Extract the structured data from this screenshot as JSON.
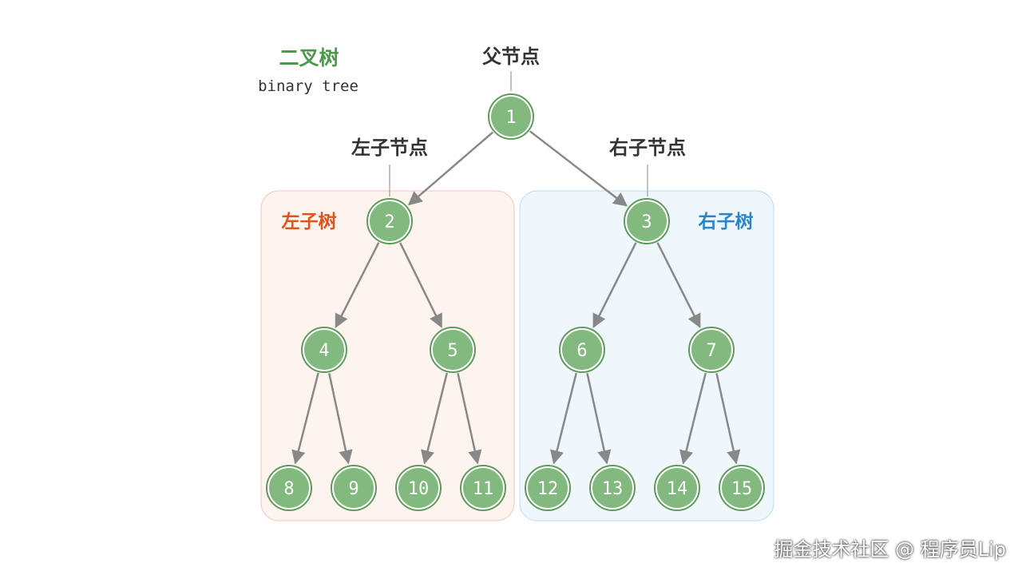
{
  "title": {
    "zh": "二叉树",
    "en": "binary tree"
  },
  "callouts": {
    "parent": "父节点",
    "left_child": "左子节点",
    "right_child": "右子节点"
  },
  "subtrees": {
    "left": "左子树",
    "right": "右子树"
  },
  "nodes": [
    {
      "id": 1,
      "label": "1",
      "parent": null
    },
    {
      "id": 2,
      "label": "2",
      "parent": 1
    },
    {
      "id": 3,
      "label": "3",
      "parent": 1
    },
    {
      "id": 4,
      "label": "4",
      "parent": 2
    },
    {
      "id": 5,
      "label": "5",
      "parent": 2
    },
    {
      "id": 6,
      "label": "6",
      "parent": 3
    },
    {
      "id": 7,
      "label": "7",
      "parent": 3
    },
    {
      "id": 8,
      "label": "8",
      "parent": 4
    },
    {
      "id": 9,
      "label": "9",
      "parent": 4
    },
    {
      "id": 10,
      "label": "10",
      "parent": 5
    },
    {
      "id": 11,
      "label": "11",
      "parent": 5
    },
    {
      "id": 12,
      "label": "12",
      "parent": 6
    },
    {
      "id": 13,
      "label": "13",
      "parent": 6
    },
    {
      "id": 14,
      "label": "14",
      "parent": 7
    },
    {
      "id": 15,
      "label": "15",
      "parent": 7
    }
  ],
  "watermark": "掘金技术社区 @ 程序员Lip",
  "colors": {
    "node_fill": "#82b97e",
    "node_stroke": "#5f9a5b",
    "edge": "#888888",
    "title": "#4a9a4a",
    "left_subtree_text": "#e0541a",
    "left_subtree_fill": "#fdf3ef",
    "left_subtree_stroke": "#f4c7b4",
    "right_subtree_text": "#2a86c8",
    "right_subtree_fill": "#eff7fc",
    "right_subtree_stroke": "#b8dcef"
  }
}
